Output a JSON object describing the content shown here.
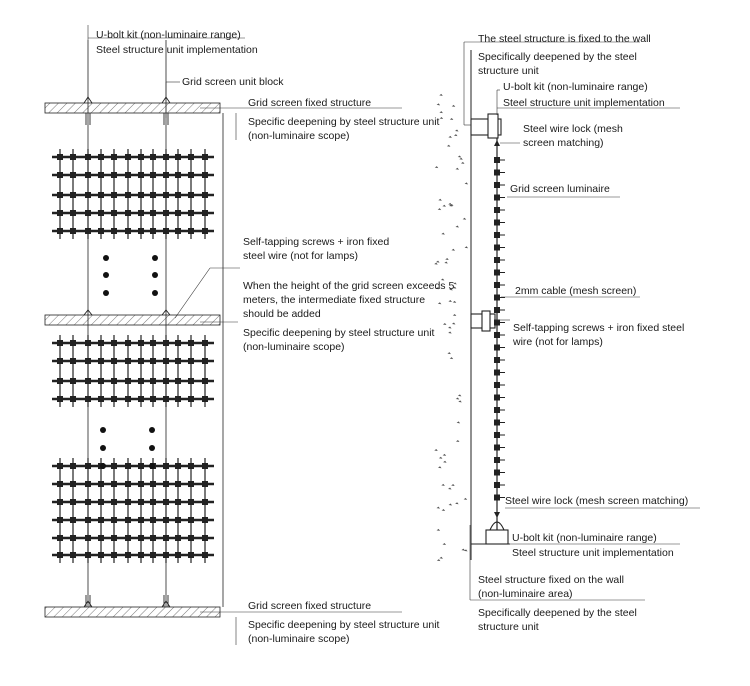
{
  "left": {
    "ubolt_kit": "U-bolt kit (non-luminaire range)",
    "steel_unit_impl": "Steel structure unit implementation",
    "grid_unit_block": "Grid screen unit block",
    "top_fixed": "Grid screen fixed structure",
    "top_deepening": "Specific deepening by steel structure unit (non-luminaire scope)",
    "self_tapping": "Self-tapping screws + iron fixed steel wire (not for lamps)",
    "height_note": "When the height of the grid screen exceeds 5 meters, the intermediate fixed structure should be added",
    "mid_deepening": "Specific deepening by steel structure unit (non-luminaire scope)",
    "bottom_fixed": "Grid screen fixed structure",
    "bottom_deepening": "Specific deepening by steel structure unit (non-luminaire scope)"
  },
  "right": {
    "wall_fixed": "The steel structure is fixed to the wall",
    "wall_deepened": "Specifically deepened by the steel structure unit",
    "ubolt_top": "U-bolt kit (non-luminaire range)",
    "steel_impl_top": "Steel structure unit implementation",
    "wire_lock_top": "Steel wire lock (mesh screen matching)",
    "luminaire": "Grid screen luminaire",
    "cable": "2mm cable (mesh screen)",
    "self_tapping": "Self-tapping screws + iron fixed steel wire (not for lamps)",
    "wire_lock_bottom": "Steel wire lock (mesh screen matching)",
    "ubolt_bottom": "U-bolt kit (non-luminaire range)",
    "steel_impl_bottom": "Steel structure unit implementation",
    "fixed_on_wall": "Steel structure fixed on the wall (non-luminaire area)",
    "deepened_bottom": "Specifically deepened by the steel structure unit"
  }
}
